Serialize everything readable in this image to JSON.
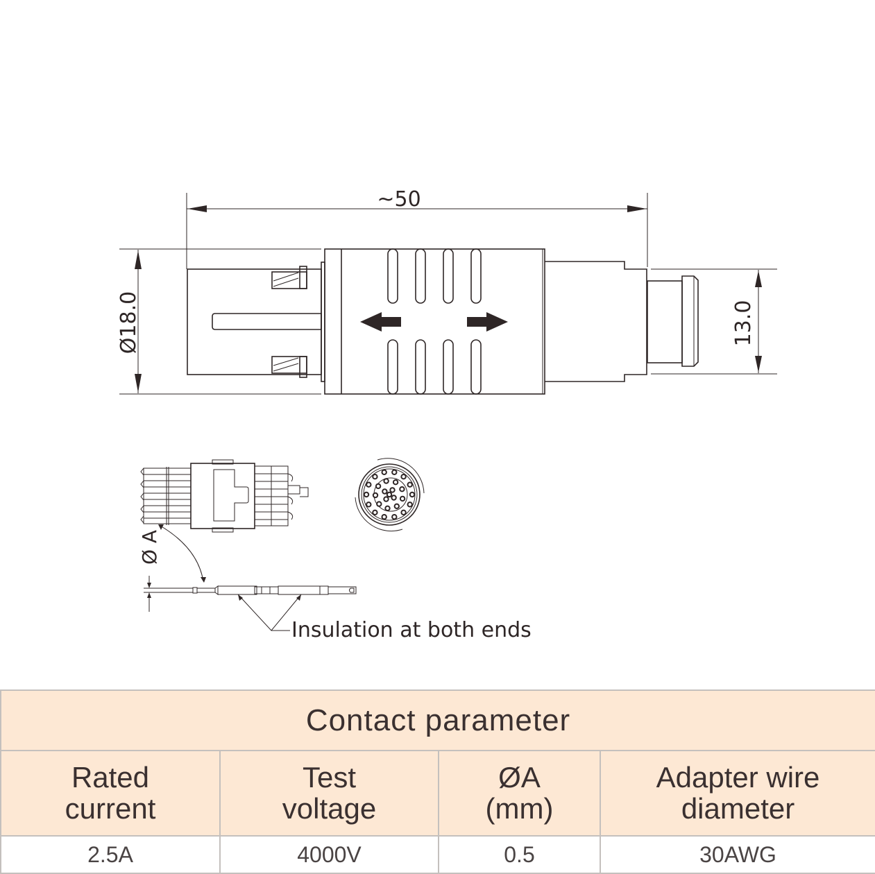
{
  "drawing": {
    "main_view": {
      "length_dimension": "~50",
      "diameter_dimension": "Ø18.0",
      "cable_dimension": "13.0"
    },
    "contact_view": {
      "diameter_label": "Ø A",
      "insulation_note": "Insulation at both ends"
    },
    "colors": {
      "line": "#2e2626",
      "table_header_bg": "#fde8d4",
      "table_border": "#c4c0bd"
    }
  },
  "table": {
    "title": "Contact parameter",
    "headers": [
      {
        "line1": "Rated",
        "line2": "current"
      },
      {
        "line1": "Test",
        "line2": "voltage"
      },
      {
        "line1": "ØA",
        "line2": "(mm)"
      },
      {
        "line1": "Adapter wire",
        "line2": "diameter"
      }
    ],
    "values": [
      "2.5A",
      "4000V",
      "0.5",
      "30AWG"
    ]
  }
}
